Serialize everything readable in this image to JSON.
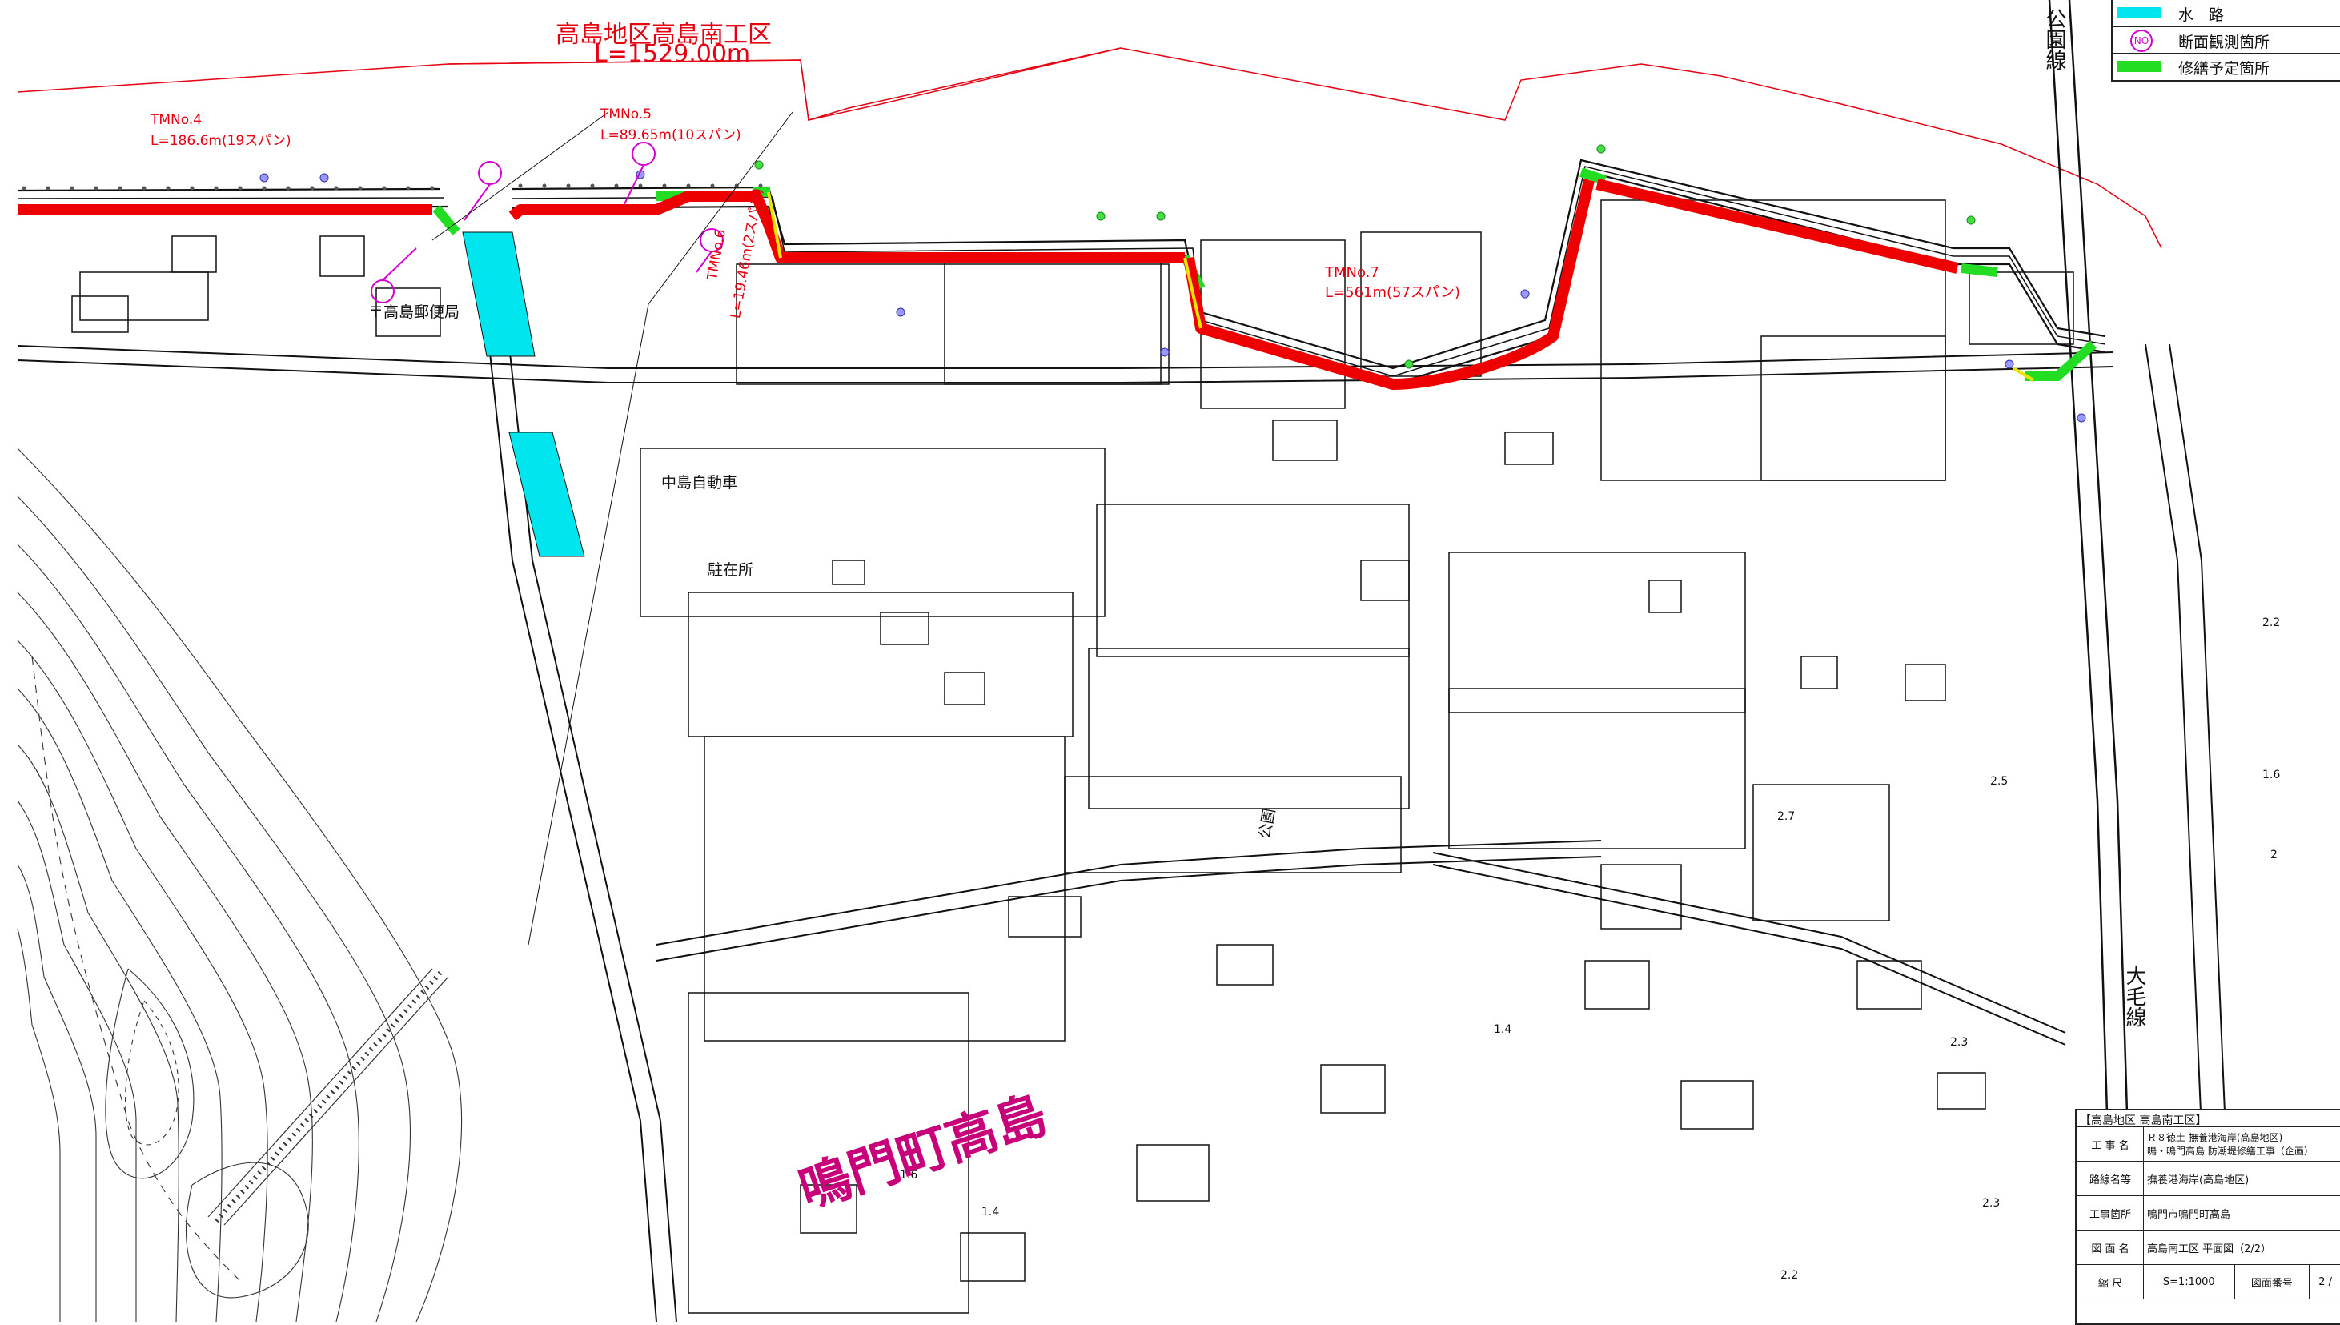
{
  "district_title": "高島地区高島南工区",
  "district_length": "L=1529.00m",
  "segments": [
    {
      "id": "TMNo.4",
      "length": "L=186.6m(19スパン)"
    },
    {
      "id": "TMNo.5",
      "length": "L=89.65m(10スパン)"
    },
    {
      "id": "TMNo.6",
      "length": "L=19.46m(2スパン)"
    },
    {
      "id": "TMNo.7",
      "length": "L=561m(57スパン)"
    }
  ],
  "place_labels": {
    "post_office": "〒高島郵便局",
    "car_shop": "中島自動車",
    "police_box": "駐在所",
    "park": "公園",
    "town": "鳴門町高島",
    "road_top": "公園線",
    "road_right": "大毛線"
  },
  "contours": [
    "1.6",
    "1.4",
    "1.4",
    "2.2",
    "2.3",
    "2.3",
    "2.5",
    "2.7",
    "2.2",
    "1.6",
    "2"
  ],
  "legend": [
    {
      "label": "水　路",
      "color": "#00e5ee",
      "kind": "swatch"
    },
    {
      "label": "断面観測箇所",
      "color": "#d400d4",
      "kind": "icon",
      "icon": "NO"
    },
    {
      "label": "修繕予定箇所",
      "color": "#22dd22",
      "kind": "swatch"
    }
  ],
  "title_block": {
    "header": "【高島地区 高島南工区】",
    "rows": [
      {
        "key": "工 事 名",
        "value": "Ｒ８徳土 撫養港海岸(高島地区)\n鳴・鳴門高島 防潮堤修繕工事（企画）"
      },
      {
        "key": "路線名等",
        "value": "撫養港海岸(高島地区)"
      },
      {
        "key": "工事箇所",
        "value": "鳴門市鳴門町高島"
      },
      {
        "key": "図 面 名",
        "value": "高島南工区 平面図（2/2）"
      }
    ],
    "scale_key": "縮 尺",
    "scale_value": "S=1:1000",
    "drawing_no_key": "図面番号",
    "drawing_no_value": "2 /"
  },
  "colors": {
    "levee": "#ee0000",
    "waterway": "#00e5ee",
    "repair": "#22dd22",
    "district": "#e60012",
    "observation": "#d400d4"
  }
}
